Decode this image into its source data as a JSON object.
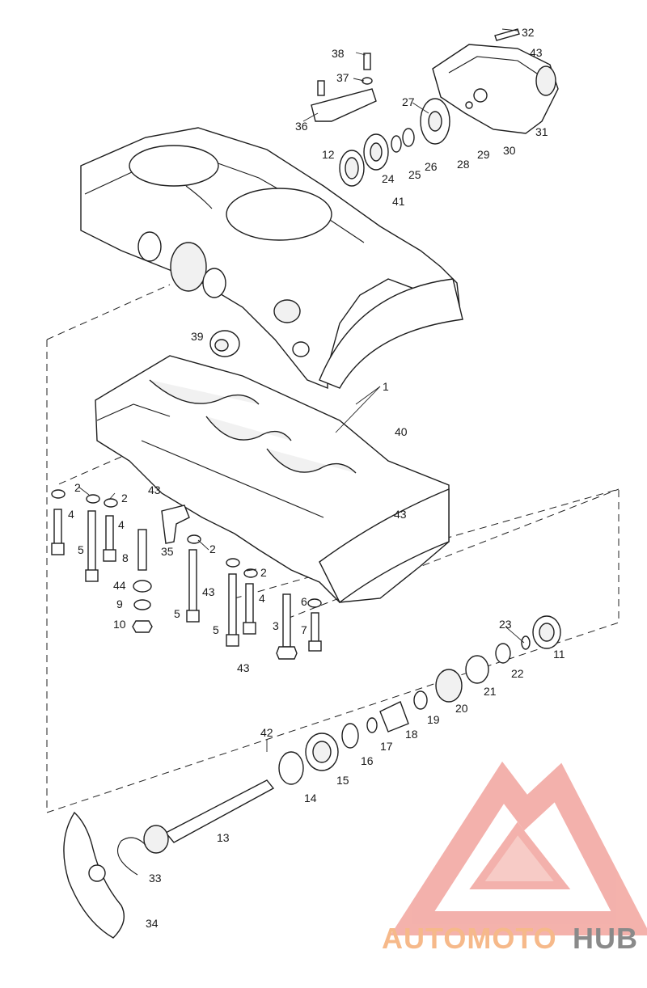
{
  "diagram": {
    "callouts": [
      {
        "id": "32",
        "text": "32"
      },
      {
        "id": "43a",
        "text": "43"
      },
      {
        "id": "38",
        "text": "38"
      },
      {
        "id": "37",
        "text": "37"
      },
      {
        "id": "27",
        "text": "27"
      },
      {
        "id": "36",
        "text": "36"
      },
      {
        "id": "31",
        "text": "31"
      },
      {
        "id": "30",
        "text": "30"
      },
      {
        "id": "29",
        "text": "29"
      },
      {
        "id": "28",
        "text": "28"
      },
      {
        "id": "26",
        "text": "26"
      },
      {
        "id": "25",
        "text": "25"
      },
      {
        "id": "24",
        "text": "24"
      },
      {
        "id": "12",
        "text": "12"
      },
      {
        "id": "41",
        "text": "41"
      },
      {
        "id": "39",
        "text": "39"
      },
      {
        "id": "1",
        "text": "1"
      },
      {
        "id": "40",
        "text": "40"
      },
      {
        "id": "43b",
        "text": "43"
      },
      {
        "id": "2a",
        "text": "2"
      },
      {
        "id": "2b",
        "text": "2"
      },
      {
        "id": "43c",
        "text": "43"
      },
      {
        "id": "4a",
        "text": "4"
      },
      {
        "id": "4b",
        "text": "4"
      },
      {
        "id": "5a",
        "text": "5"
      },
      {
        "id": "8",
        "text": "8"
      },
      {
        "id": "35",
        "text": "35"
      },
      {
        "id": "2c",
        "text": "2"
      },
      {
        "id": "2d",
        "text": "2"
      },
      {
        "id": "44",
        "text": "44"
      },
      {
        "id": "43d",
        "text": "43"
      },
      {
        "id": "4c",
        "text": "4"
      },
      {
        "id": "9",
        "text": "9"
      },
      {
        "id": "6",
        "text": "6"
      },
      {
        "id": "10",
        "text": "10"
      },
      {
        "id": "5b",
        "text": "5"
      },
      {
        "id": "3",
        "text": "3"
      },
      {
        "id": "7",
        "text": "7"
      },
      {
        "id": "5c",
        "text": "5"
      },
      {
        "id": "23",
        "text": "23"
      },
      {
        "id": "11",
        "text": "11"
      },
      {
        "id": "22",
        "text": "22"
      },
      {
        "id": "43e",
        "text": "43"
      },
      {
        "id": "21",
        "text": "21"
      },
      {
        "id": "20",
        "text": "20"
      },
      {
        "id": "19",
        "text": "19"
      },
      {
        "id": "42",
        "text": "42"
      },
      {
        "id": "18",
        "text": "18"
      },
      {
        "id": "17",
        "text": "17"
      },
      {
        "id": "16",
        "text": "16"
      },
      {
        "id": "15",
        "text": "15"
      },
      {
        "id": "14",
        "text": "14"
      },
      {
        "id": "13",
        "text": "13"
      },
      {
        "id": "33",
        "text": "33"
      },
      {
        "id": "34",
        "text": "34"
      }
    ]
  },
  "watermark": {
    "text_part1": "AUTOMOTO",
    "text_part2": "HUB",
    "color_primary": "#f4a09a",
    "color_secondary": "#f6b98a",
    "color_hub": "#8a8a8a"
  }
}
